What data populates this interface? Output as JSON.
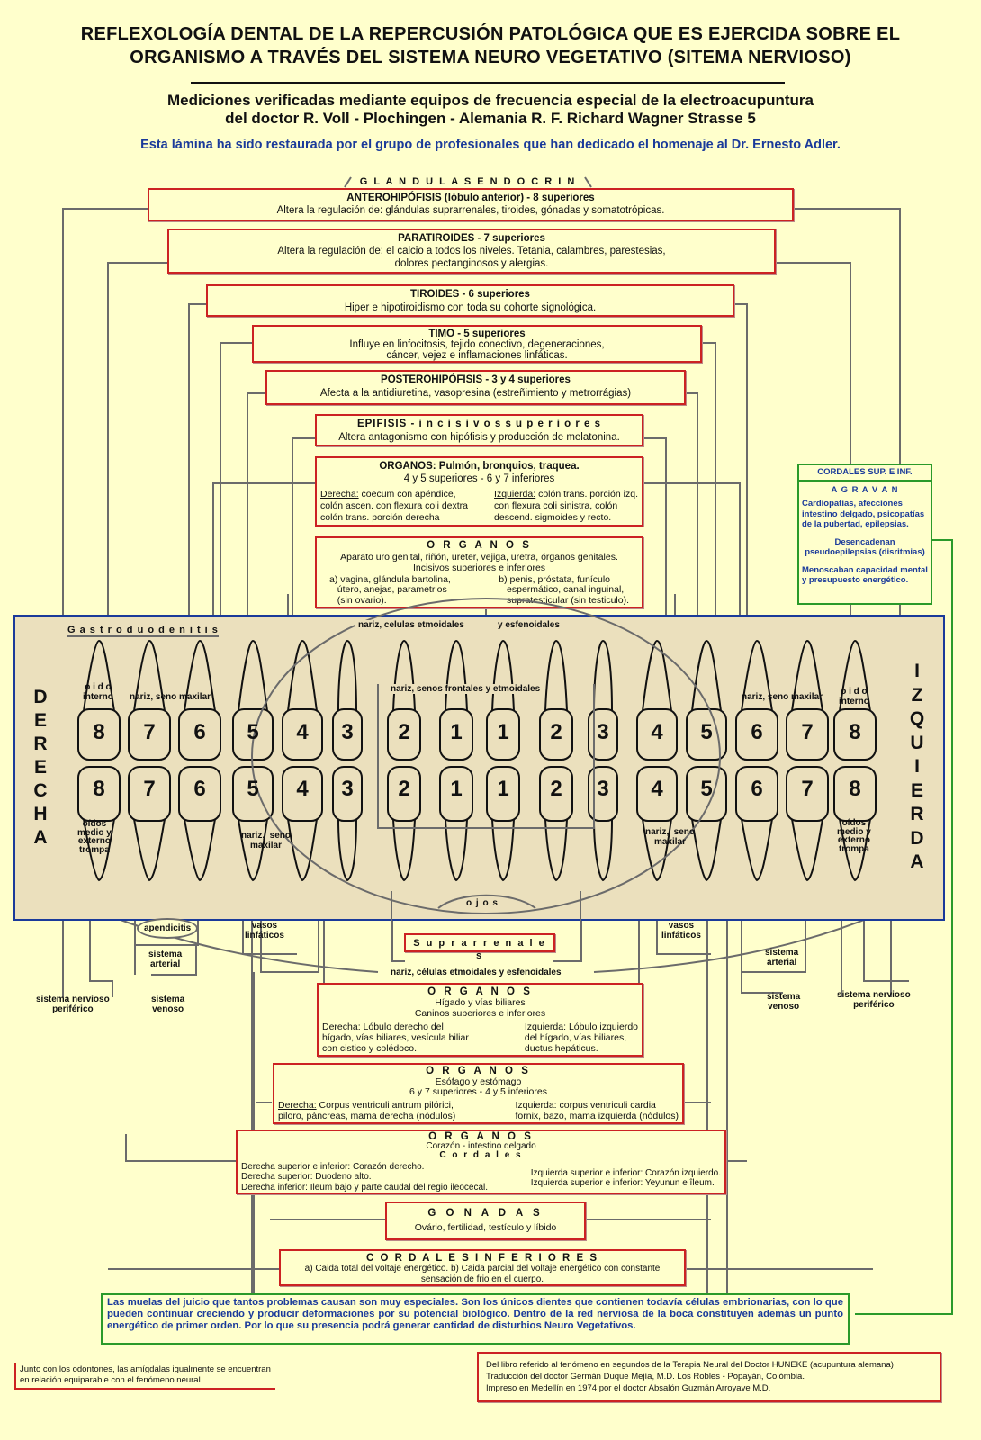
{
  "header": {
    "title_line1": "REFLEXOLOGÍA DENTAL DE LA  REPERCUSIÓN PATOLÓGICA QUE ES EJERCIDA SOBRE EL",
    "title_line2": "ORGANISMO A TRAVÉS DEL SISTEMA NEURO VEGETATIVO (SITEMA NERVIOSO)",
    "subtitle_line1": "Mediciones verificadas mediante equipos de frecuencia especial de la electroacupuntura",
    "subtitle_line2": "del doctor R. Voll -  Plochingen - Alemania  R. F.  Richard  Wagner Strasse 5",
    "credit": "Esta lámina ha sido restaurada por el grupo de profesionales que han dedicado el homenaje al Dr. Ernesto Adler."
  },
  "glandulas_label": "G L A N D U L A S     E N D O C R I N A S",
  "upper_boxes": [
    {
      "title": "ANTEROHIPÓFISIS (lóbulo anterior) - 8 superiores",
      "lines": [
        "Altera la regulación de: glándulas suprarrenales, tiroides, gónadas y somatotrópicas."
      ]
    },
    {
      "title": "PARATIROIDES - 7 superiores",
      "lines": [
        "Altera la regulación de: el calcio a todos los niveles. Tetania, calambres, parestesias,",
        "dolores pectanginosos y alergias."
      ]
    },
    {
      "title": "TIROIDES - 6 superiores",
      "lines": [
        "Hiper e hipotiroidismo con toda su cohorte signológica."
      ]
    },
    {
      "title": "TIMO - 5 superiores",
      "lines": [
        "Influye en linfocitosis, tejido conectivo, degeneraciones,",
        "cáncer, vejez e inflamaciones linfáticas."
      ]
    },
    {
      "title": "POSTEROHIPÓFISIS - 3 y 4 superiores",
      "lines": [
        "Afecta a la antidiuretina, vasopresina (estreñimiento y metrorrágias)"
      ]
    },
    {
      "title": "EPIFISIS - i n c i s i v o s   s u p e r i o r e s",
      "lines": [
        "Altera antagonismo con hipófisis y producción de melatonina."
      ]
    }
  ],
  "organos_pulmon": {
    "title": "ORGANOS: Pulmón, bronquios, traquea.",
    "sub": "4 y 5 superiores - 6 y 7 inferiores",
    "left_label": "Derecha:",
    "left": [
      "coecum con apéndice,",
      "colón ascen. con flexura coli dextra",
      "colón trans. porción derecha"
    ],
    "right_label": "Izquierda:",
    "right": [
      "colón trans. porción izq.",
      "con flexura coli sinistra, colón",
      "descend. sigmoides y recto."
    ]
  },
  "organos_uro": {
    "title": "O R G A N O S",
    "line1": "Aparato uro genital, riñón, ureter, vejiga, uretra, órganos genitales.",
    "line2": "Incisivos superiores e inferiores",
    "left": [
      "a)  vagina, glándula bartolina,",
      "útero, anejas, parametrios",
      "(sin ovario)."
    ],
    "right": [
      "b)  penis, próstata, funículo",
      "espermático, canal inguinal,",
      "supratesticular (sin testiculo)."
    ]
  },
  "cordales_box": {
    "title": "CORDALES  SUP.  E  INF.",
    "agravan": "A G R A V A N",
    "p1": "Cardiopatías, afecciones intestino delgado, psicopatías de la pubertad, epilepsias.",
    "p2": "Desencadenan pseudoepilepsias (disritmias)",
    "p3": "Menoscaban capacidad mental y presupuesto energético."
  },
  "mouth": {
    "right_side": [
      "D",
      "E",
      "R",
      "E",
      "C",
      "H",
      "A"
    ],
    "left_side": [
      "I",
      "Z",
      "Q",
      "U",
      "I",
      "E",
      "R",
      "D",
      "A"
    ],
    "upper_numbers": [
      "8",
      "7",
      "6",
      "5",
      "4",
      "3",
      "2",
      "1",
      "1",
      "2",
      "3",
      "4",
      "5",
      "6",
      "7",
      "8"
    ],
    "lower_numbers": [
      "8",
      "7",
      "6",
      "5",
      "4",
      "3",
      "2",
      "1",
      "1",
      "2",
      "3",
      "4",
      "5",
      "6",
      "7",
      "8"
    ],
    "labels": {
      "gastro": "G a s t r o d u o d e n i t i s",
      "nariz_etmoidales_top": "nariz, celulas etmoidales",
      "esfenoidales_top": "y esfenoidales",
      "oido_interno": "o i d o\ninterno",
      "nariz_seno_maxilar": "nariz, seno  maxilar",
      "senos_frontales": "nariz, senos frontales y etmoidales",
      "oidos_medio": "oídos\nmedio y\nexterno\ntrompa",
      "nariz_seno_max_lower": "nariz,  seno\nmaxilar",
      "ojos": "o j o s"
    }
  },
  "below_mouth": {
    "apendicitis": "apendicitis",
    "vasos_linfaticos": "vasos\nlinfáticos",
    "sistema_arterial": "sistema\narterial",
    "sistema_venoso": "sistema\nvenoso",
    "sistema_nervioso": "sistema nervioso\nperiférico",
    "suprarrenales": "S u p r a r r e n a l e s",
    "nariz_etmoidales": "nariz, células etmoidales y esfenoidales"
  },
  "organos_higado": {
    "title": "O R G A N O S",
    "line1": "Hígado y vías biliares",
    "line2": "Caninos superiores e inferiores",
    "left_label": "Derecha:",
    "left": [
      "Lóbulo derecho del",
      "hígado, vías biliares, vesícula biliar",
      "con cistico y colédoco."
    ],
    "right_label": "Izquierda:",
    "right": [
      "Lóbulo izquierdo",
      "del hígado, vías biliares,",
      "ductus hepáticus."
    ]
  },
  "organos_esofago": {
    "title": "O R G A N O S",
    "line1": "Esófago y estómago",
    "line2": "6 y 7 superiores - 4 y 5 inferiores",
    "left_label": "Derecha:",
    "left": [
      "Corpus ventriculi antrum pilórici,",
      "piloro, páncreas, mama derecha (nódulos)"
    ],
    "right": [
      "Izquierda: corpus ventriculi cardia",
      "fornix, bazo, mama izquierda (nódulos)"
    ]
  },
  "organos_corazon": {
    "title": "O R G A N O S",
    "line1": "Corazón - intestino delgado",
    "line2": "C o r d a l e s",
    "left": [
      "Derecha superior e inferior: Corazón derecho.",
      "Derecha superior: Duodeno alto.",
      "Derecha inferior: Ileum bajo y parte caudal del regio ileocecal."
    ],
    "right": [
      "Izquierda superior e inferior: Corazón izquierdo.",
      "Izquierda superior e inferior: Yeyunun e îleum."
    ]
  },
  "gonadas": {
    "title": "G O N A D A S",
    "line": "Ovário, fertilidad, testículo y líbido"
  },
  "cordales_inf": {
    "title": "C O R D A L E S     I N F E R I O R E S",
    "line1": "a)  Caida total del voltaje energético.    b) Caida parcial del voltaje energético con constante",
    "line2": "sensación de frio en el cuerpo."
  },
  "muelas_note": "Las muelas del juicio que tantos problemas causan son muy especiales. Son los únicos dientes que contienen todavía células embrionarias, con lo que pueden continuar creciendo y producir deformaciones por su potencial biológico.  Dentro de la red nerviosa de la boca constituyen además un punto energético de primer orden. Por lo que su presencia podrá generar cantidad de disturbios Neuro Vegetativos.",
  "amigdalas_note": "Junto con los odontones, las amígdalas igualmente se encuentran en relación equiparable con el fenómeno neural.",
  "source_note": {
    "line1": "Del libro referido al fenómeno en segundos de la Terapia Neural del Doctor HUNEKE (acupuntura alemana)",
    "line2": "Traducción del doctor Germán Duque Mejía, M.D.  Los Robles - Popayán, Colómbia.",
    "line3": "Impreso en Medellín en 1974 por el doctor Absalón Guzmán Arroyave M.D."
  },
  "colors": {
    "box_border": "#cc2222",
    "mouth_border": "#1a3a9a",
    "green_border": "#2a9a2a",
    "background": "#ffffcc",
    "credit_text": "#1a3a9a"
  }
}
